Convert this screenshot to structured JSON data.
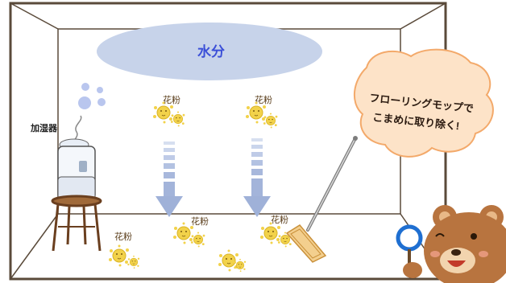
{
  "cloud": {
    "label": "水分",
    "color": "#c7d3ea",
    "text_color": "#3b4fd8"
  },
  "humidifier": {
    "label": "加湿器",
    "icon": "humidifier-icon"
  },
  "pollen_label": "花粉",
  "speech_bubble": {
    "line1": "フローリングモップで",
    "line2": "こまめに取り除く!",
    "fill": "#fde3c8",
    "stroke": "#f3a96a"
  },
  "colors": {
    "room_outline": "#5a4a3a",
    "pollen": "#e8c84a",
    "arrow": "#a8b8dc",
    "bear": "#b8743f",
    "mop_handle": "#8a8a8a",
    "mop_head": "#f0c98a"
  }
}
